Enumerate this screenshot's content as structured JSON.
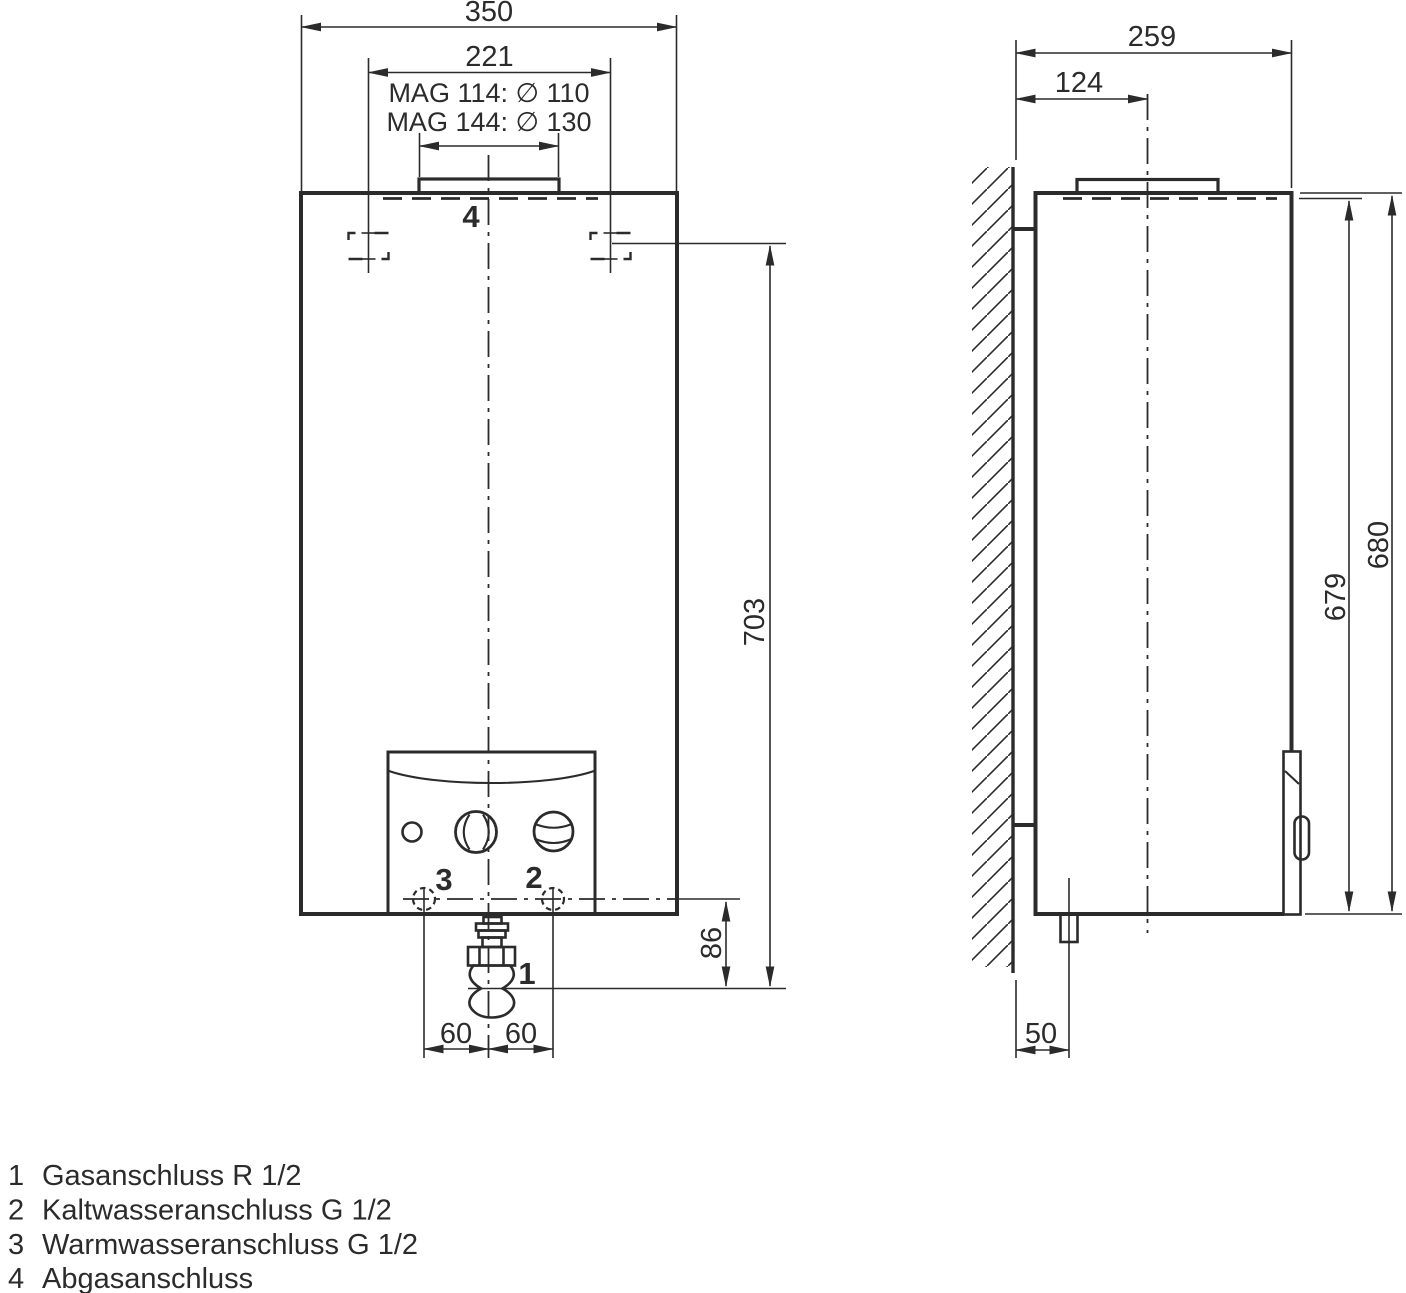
{
  "colors": {
    "ink": "#2b2b2b",
    "paper": "#ffffff"
  },
  "front_view": {
    "dim_width_total": "350",
    "dim_mounting_holes_spacing": "221",
    "flue_note_line1": "MAG 114: ∅ 110",
    "flue_note_line2": "MAG 144: ∅ 130",
    "dim_holes_to_gas_connection": "703",
    "dim_connections_to_gas": "86",
    "dim_gas_offset_left": "60",
    "dim_gas_offset_right": "60",
    "callout_flue_connection": "4",
    "callout_warm_water": "3",
    "callout_cold_water": "2",
    "callout_gas": "1"
  },
  "side_view": {
    "dim_depth_total": "259",
    "dim_wall_to_flue_axis": "124",
    "dim_casing_height": "679",
    "dim_total_height": "680",
    "dim_wall_to_pipe": "50"
  },
  "legend": {
    "items": [
      {
        "num": "1",
        "label": "Gasanschluss R 1/2"
      },
      {
        "num": "2",
        "label": "Kaltwasseranschluss G 1/2"
      },
      {
        "num": "3",
        "label": "Warmwasseranschluss G 1/2"
      },
      {
        "num": "4",
        "label": "Abgasanschluss"
      }
    ]
  }
}
